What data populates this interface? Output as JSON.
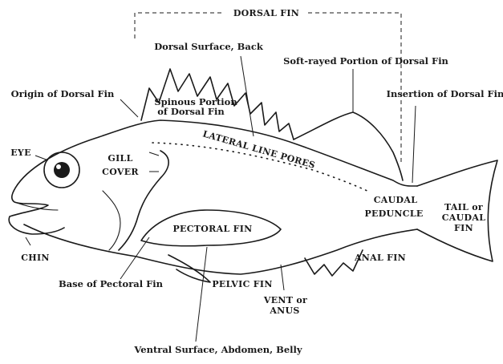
{
  "labels": {
    "dorsal_fin": "DORSAL FIN",
    "dorsal_surface": "Dorsal Surface, Back",
    "soft_rayed": "Soft-rayed Portion of Dorsal Fin",
    "origin_dorsal": "Origin of Dorsal Fin",
    "insertion_dorsal": "Insertion of Dorsal Fin",
    "spinous_line1": "Spinous Portion",
    "spinous_line2": "of Dorsal Fin",
    "lateral_line": "LATERAL LINE PORES",
    "eye": "EYE",
    "gill_line1": "GILL",
    "gill_line2": "COVER",
    "caudal_peduncle_line1": "CAUDAL",
    "caudal_peduncle_line2": "PEDUNCLE",
    "tail_line1": "TAIL or",
    "tail_line2": "CAUDAL",
    "tail_line3": "FIN",
    "pectoral_fin": "PECTORAL FIN",
    "chin": "CHIN",
    "anal_fin": "ANAL FIN",
    "base_pectoral": "Base of Pectoral Fin",
    "pelvic_fin": "PELVIC FIN",
    "vent_line1": "VENT or",
    "vent_line2": "ANUS",
    "ventral_surface": "Ventral Surface, Abdomen, Belly"
  }
}
